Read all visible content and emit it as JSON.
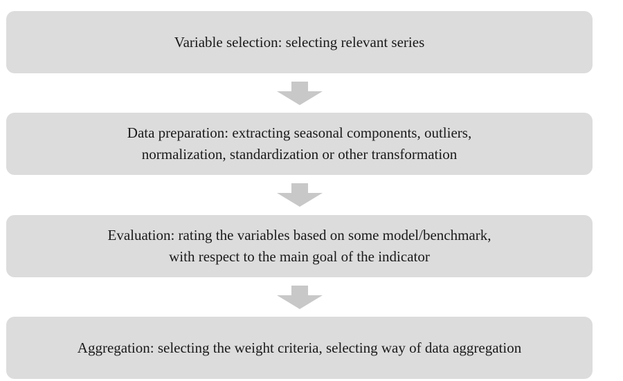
{
  "steps": [
    {
      "lines": [
        "Variable selection: selecting relevant series"
      ]
    },
    {
      "lines": [
        "Data preparation: extracting seasonal components, outliers,",
        "normalization, standardization or other transformation"
      ]
    },
    {
      "lines": [
        "Evaluation: rating the variables based on some model/benchmark,",
        "with respect to the main goal of the indicator"
      ]
    },
    {
      "lines": [
        "Aggregation: selecting the weight criteria, selecting way of data aggregation"
      ]
    }
  ],
  "colors": {
    "box_fill": "#dcdcdc",
    "arrow_fill": "#c8c8c8",
    "text": "#1a1a1a"
  }
}
